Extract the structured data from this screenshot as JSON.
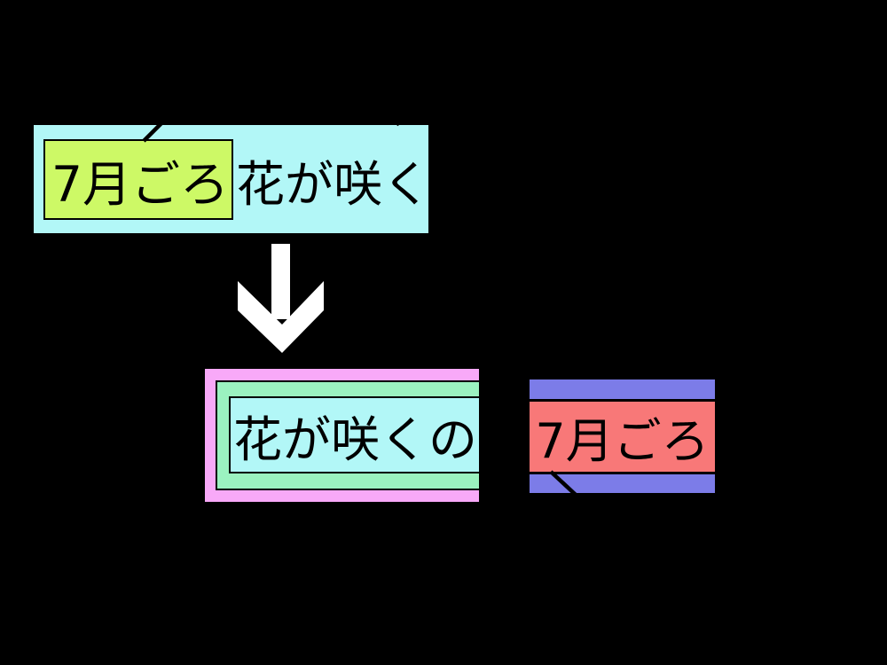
{
  "colors": {
    "background": "#000000",
    "cyan": "#B2F7F7",
    "yellow_green": "#CDF966",
    "pink": "#F8A9F8",
    "mint": "#9BF2C0",
    "red": "#F87878",
    "periwinkle": "#7C7CE8",
    "text": "#000000",
    "arrow": "#FFFFFF",
    "leader_line": "#000000"
  },
  "source": {
    "text_full": "7月ごろ花が咲く",
    "highlight_segment": "7月ごろ",
    "remainder_segment": "花が咲く"
  },
  "arrow": {
    "name": "down-arrow",
    "direction": "down"
  },
  "result": {
    "clause_text": "花が咲くの",
    "time_text": "7月ごろ"
  }
}
